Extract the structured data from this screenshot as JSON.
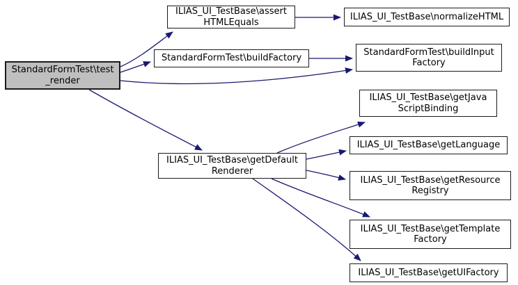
{
  "graph": {
    "type": "call-graph",
    "background_color": "#ffffff",
    "edge_color": "#191970",
    "node_fill": "#ffffff",
    "node_border_color": "#1a1a1a",
    "highlighted_node_fill": "#bfbfbf",
    "nodes": [
      {
        "id": "test_render",
        "label": "StandardFormTest\\test_render",
        "lines": [
          "StandardFormTest\\test",
          "_render"
        ],
        "highlighted": true
      },
      {
        "id": "assertHTMLEquals",
        "label": "ILIAS_UI_TestBase\\assertHTMLEquals",
        "lines": [
          "ILIAS_UI_TestBase\\assert",
          "HTMLEquals"
        ],
        "highlighted": false
      },
      {
        "id": "buildFactory",
        "label": "StandardFormTest\\buildFactory",
        "lines": [
          "StandardFormTest\\buildFactory"
        ],
        "highlighted": false
      },
      {
        "id": "getDefaultRenderer",
        "label": "ILIAS_UI_TestBase\\getDefaultRenderer",
        "lines": [
          "ILIAS_UI_TestBase\\getDefault",
          "Renderer"
        ],
        "highlighted": false
      },
      {
        "id": "normalizeHTML",
        "label": "ILIAS_UI_TestBase\\normalizeHTML",
        "lines": [
          "ILIAS_UI_TestBase\\normalizeHTML"
        ],
        "highlighted": false
      },
      {
        "id": "buildInputFactory",
        "label": "StandardFormTest\\buildInputFactory",
        "lines": [
          "StandardFormTest\\buildInput",
          "Factory"
        ],
        "highlighted": false
      },
      {
        "id": "getJavaScriptBinding",
        "label": "ILIAS_UI_TestBase\\getJavaScriptBinding",
        "lines": [
          "ILIAS_UI_TestBase\\getJava",
          "ScriptBinding"
        ],
        "highlighted": false
      },
      {
        "id": "getLanguage",
        "label": "ILIAS_UI_TestBase\\getLanguage",
        "lines": [
          "ILIAS_UI_TestBase\\getLanguage"
        ],
        "highlighted": false
      },
      {
        "id": "getResourceRegistry",
        "label": "ILIAS_UI_TestBase\\getResourceRegistry",
        "lines": [
          "ILIAS_UI_TestBase\\getResource",
          "Registry"
        ],
        "highlighted": false
      },
      {
        "id": "getTemplateFactory",
        "label": "ILIAS_UI_TestBase\\getTemplateFactory",
        "lines": [
          "ILIAS_UI_TestBase\\getTemplate",
          "Factory"
        ],
        "highlighted": false
      },
      {
        "id": "getUIFactory",
        "label": "ILIAS_UI_TestBase\\getUIFactory",
        "lines": [
          "ILIAS_UI_TestBase\\getUIFactory"
        ],
        "highlighted": false
      }
    ],
    "edges": [
      {
        "from": "test_render",
        "to": "assertHTMLEquals"
      },
      {
        "from": "test_render",
        "to": "buildFactory"
      },
      {
        "from": "test_render",
        "to": "buildInputFactory"
      },
      {
        "from": "test_render",
        "to": "getDefaultRenderer"
      },
      {
        "from": "assertHTMLEquals",
        "to": "normalizeHTML"
      },
      {
        "from": "buildFactory",
        "to": "buildInputFactory"
      },
      {
        "from": "getDefaultRenderer",
        "to": "getJavaScriptBinding"
      },
      {
        "from": "getDefaultRenderer",
        "to": "getLanguage"
      },
      {
        "from": "getDefaultRenderer",
        "to": "getResourceRegistry"
      },
      {
        "from": "getDefaultRenderer",
        "to": "getTemplateFactory"
      },
      {
        "from": "getDefaultRenderer",
        "to": "getUIFactory"
      }
    ]
  }
}
